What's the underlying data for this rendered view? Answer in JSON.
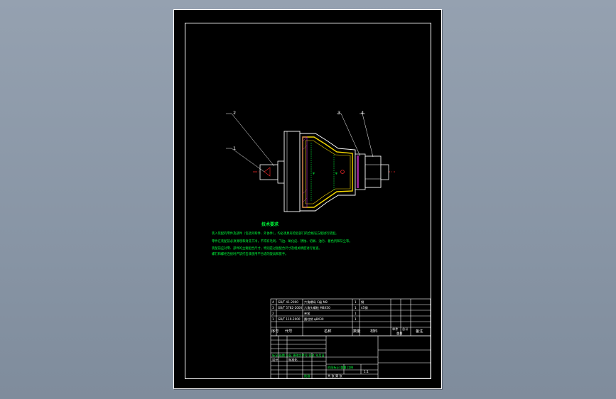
{
  "colors": {
    "background": "#8b97a6",
    "sheet": "#000000",
    "lines": "#ffffff",
    "annotation": "#00ff3c",
    "part_yellow": "#f5d800",
    "centerline": "#ff2a2a",
    "section_magenta": "#cc33cc"
  },
  "balloons": [
    "1",
    "2",
    "3",
    "4"
  ],
  "drawing_marks": {
    "inner_left": "φ",
    "inner_right": "φ"
  },
  "tech_requirements": {
    "title": "技术要求",
    "lines": [
      "装入装配的零件及部件（包括外购件、外协件），均必须具有检验部门的合格证方能进行装配。",
      "零件在装配前必须清理和清洗干净，不得有毛刺、飞边、氧化皮、锈蚀、切屑、油污、着色剂和灰尘等。",
      "装配前应对零、部件的主要配合尺寸，特别是过盈配合尺寸及相关精度进行复查。",
      "螺钉和螺栓连接时严禁打击或使用不合适的旋具和扳手。"
    ]
  },
  "parts_list": {
    "rows": [
      {
        "no": "4",
        "code": "GB/T 41-2000",
        "name": "六角螺母 C级 M8",
        "qty": "1",
        "material": "钢"
      },
      {
        "no": "3",
        "code": "GB/T 5782-2000",
        "name": "六角头螺栓 M8X50",
        "qty": "1",
        "material": "45钢"
      },
      {
        "no": "2",
        "code": "",
        "name": "夹紧",
        "qty": "1",
        "material": ""
      },
      {
        "no": "1",
        "code": "GB/T 119-2000",
        "name": "圆柱销 φ8X30",
        "qty": "1",
        "material": ""
      }
    ],
    "header": {
      "no": "序号",
      "code": "代号",
      "name": "名称",
      "qty": "数量",
      "material": "材料",
      "unit_weight": "单件",
      "total_weight": "总计",
      "weight": "重量",
      "remark": "备注"
    }
  },
  "title_block": {
    "change_row": "标记 处数 分区 更改文件号 签名 年月日",
    "design_row": "设计",
    "standard": "标准化",
    "stage_row": "阶段标记  重量  比例",
    "sheet_row": "共  张  第  张",
    "approve": "批准",
    "scale": "1:1"
  }
}
